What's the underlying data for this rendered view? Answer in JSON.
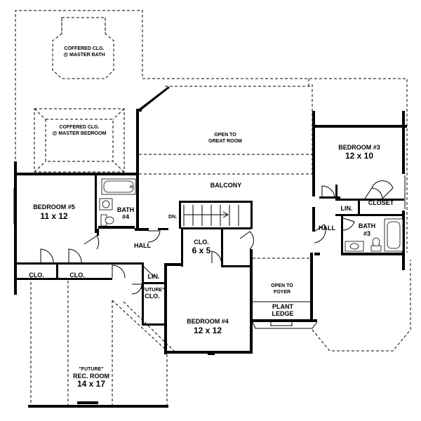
{
  "labels": {
    "coffered_bath_1": "COFFERED CLG.",
    "coffered_bath_2": "@ MASTER BATH",
    "coffered_bed_1": "COFFERED CLG.",
    "coffered_bed_2": "@ MASTER BEDROOM",
    "open_great_1": "OPEN TO",
    "open_great_2": "GREAT ROOM",
    "bedroom3_name": "BEDROOM #3",
    "bedroom3_size": "12 x 10",
    "balcony": "BALCONY",
    "bedroom5_name": "BEDROOM #5",
    "bedroom5_size": "11 x 12",
    "bath4_name": "BATH",
    "bath4_num": "#4",
    "dn": "DN.",
    "lin_right": "LIN.",
    "closet": "CLOSET",
    "hall_right": "HALL",
    "bath3_name": "BATH",
    "bath3_num": "#3",
    "clo_center_name": "CLO.",
    "clo_center_size": "6 x 5",
    "hall_left": "HALL",
    "clo_left_1": "CLO.",
    "clo_left_2": "CLO.",
    "lin_left": "LIN.",
    "future_clo_1": "\"FUTURE\"",
    "future_clo_2": "CLO.",
    "open_foyer_1": "OPEN TO",
    "open_foyer_2": "FOYER",
    "plant_1": "PLANT",
    "plant_2": "LEDGE",
    "bedroom4_name": "BEDROOM #4",
    "bedroom4_size": "12 x 12",
    "rec_future": "\"FUTURE\"",
    "rec_name": "REC. ROOM",
    "rec_size": "14 x 17"
  }
}
